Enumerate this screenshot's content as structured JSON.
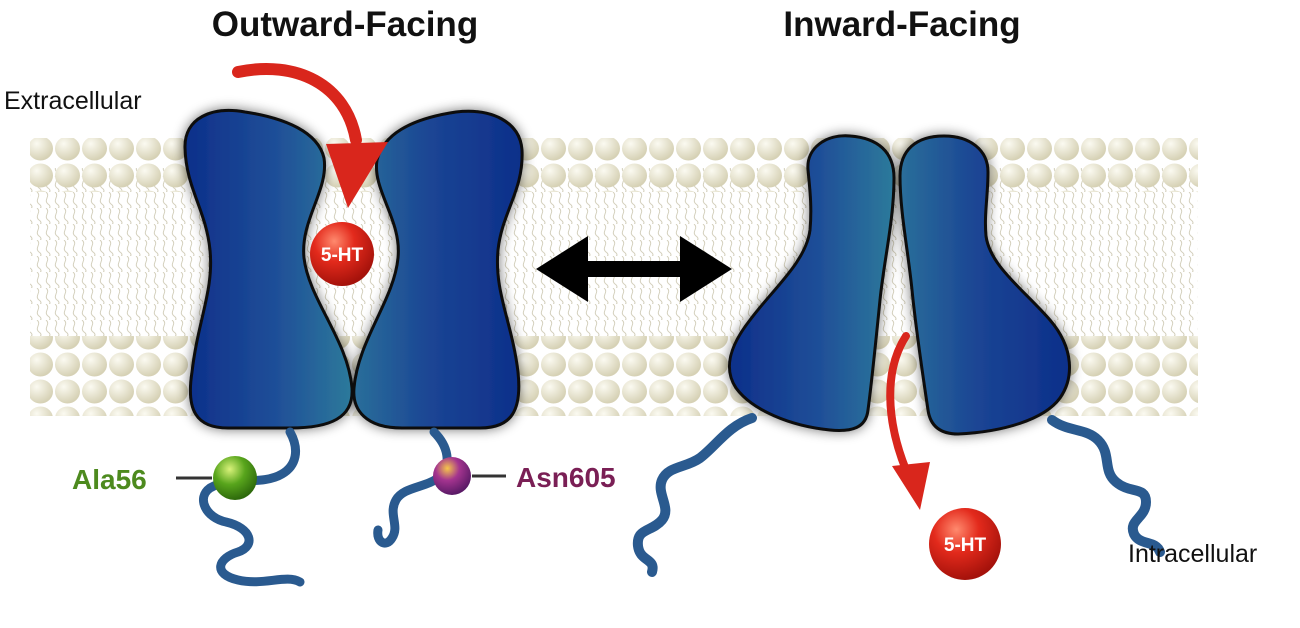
{
  "titles": {
    "outward": "Outward-Facing",
    "inward": "Inward-Facing"
  },
  "regions": {
    "extracellular": "Extracellular",
    "intracellular": "Intracellular"
  },
  "ligand": {
    "label": "5-HT",
    "color": "#d9261c"
  },
  "residues": {
    "ala": {
      "label": "Ala56",
      "color": "#4d8a1e"
    },
    "asn": {
      "label": "Asn605",
      "color": "#7a1f55"
    }
  },
  "colors": {
    "transporter": "#1c3f8f",
    "membrane_head": "#e8e4cf",
    "arrow": "#d9261c",
    "double_arrow": "#000000"
  }
}
